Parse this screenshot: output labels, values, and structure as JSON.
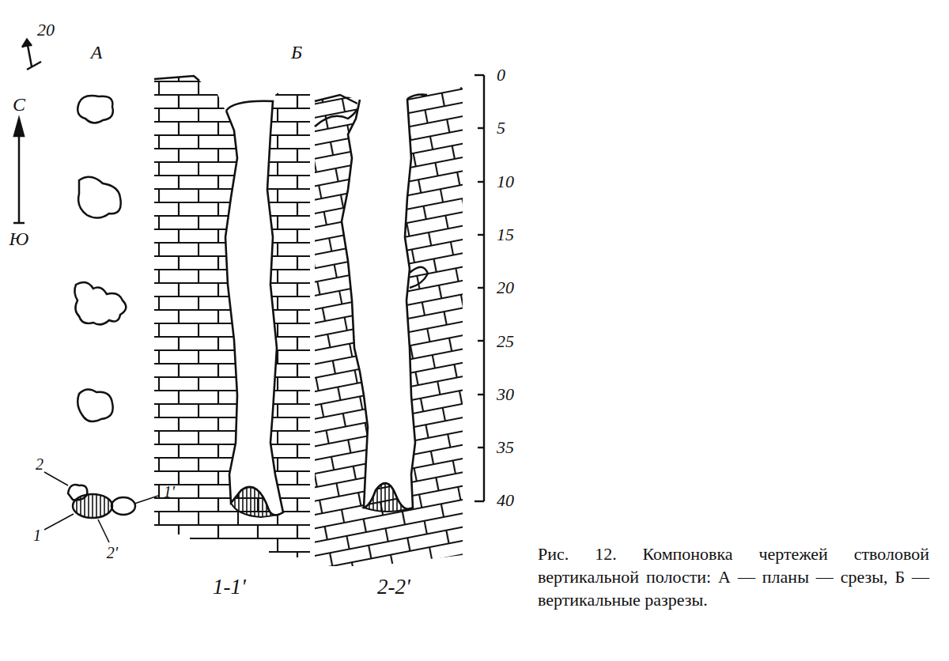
{
  "diagram": {
    "caption": "Рис. 12. Компоновка чертежей стволовой вертикальной полости: А — планы — срезы, Б — вертикальные разрезы.",
    "labels": [
      "20",
      "А",
      "Б",
      "С",
      "Ю",
      "0",
      "5",
      "10",
      "15",
      "20",
      "25",
      "30",
      "35",
      "40",
      "2",
      "1'",
      "1",
      "2'",
      "1-1'",
      "2-2'"
    ]
  }
}
